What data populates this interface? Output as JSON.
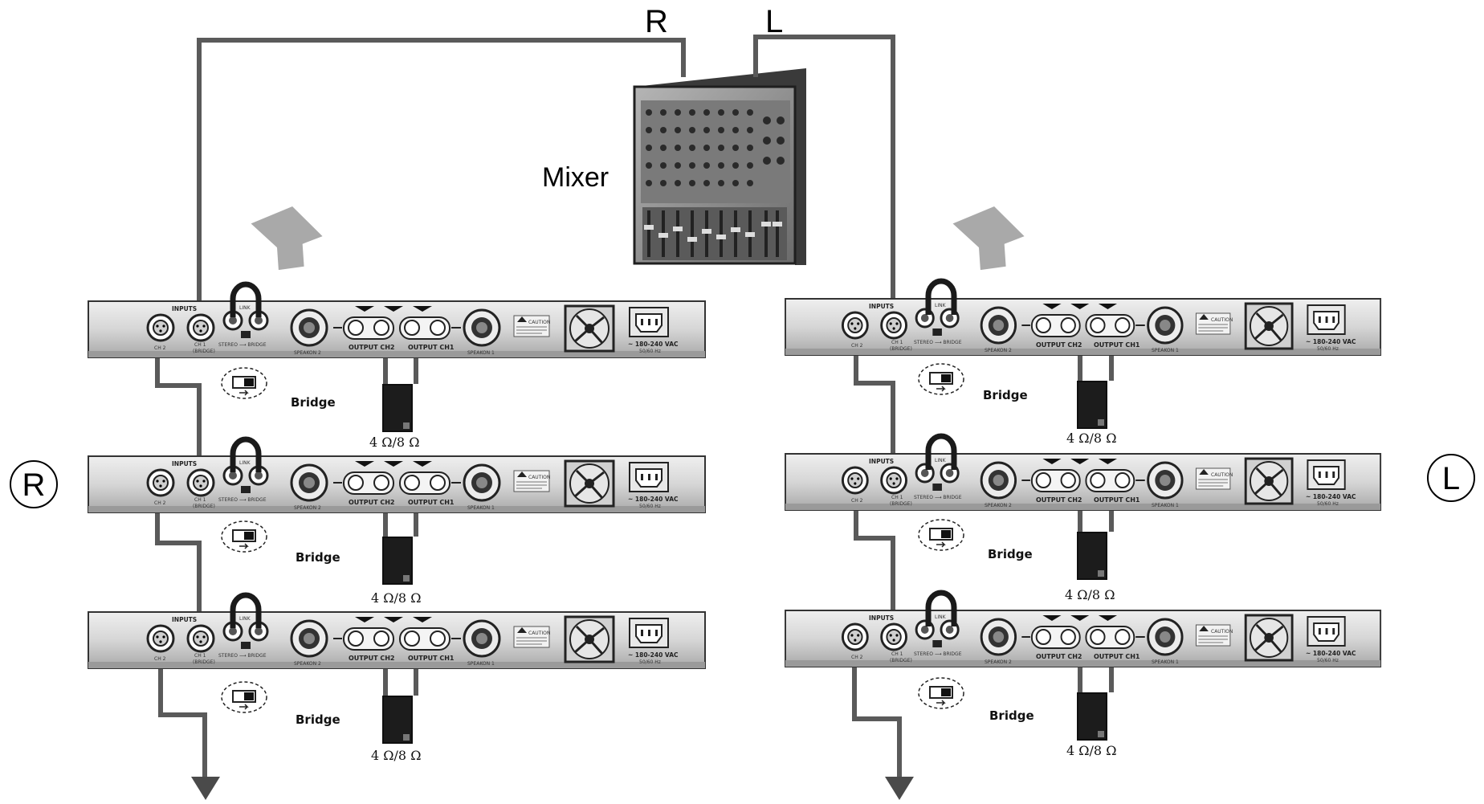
{
  "labels": {
    "mixer": "Mixer",
    "right_channel": "R",
    "left_channel": "L",
    "side_right": "R",
    "side_left": "L"
  },
  "amp_panel": {
    "inputs": "INPUTS",
    "ch2": "CH 2",
    "ch1": "CH 1",
    "ch1_sub": "(BRIDGE)",
    "link": "LINK",
    "stereo_bridge": "STEREO ⟶ BRIDGE",
    "speakon2": "SPEAKON 2",
    "speakon1": "SPEAKON 1",
    "output_ch2": "OUTPUT CH2",
    "output_ch1": "OUTPUT CH1",
    "caution": "CAUTION",
    "power": "~ 180-240 VAC",
    "freq": "50/60 Hz"
  },
  "bridge_label": "Bridge",
  "speaker_impedance": "4 Ω/8 Ω",
  "colors": {
    "cable": "#5a5a5a",
    "arrow_hint": "#a9a9a9",
    "amp_face": "#d9d9d9",
    "mixer_body": "#8c8c8c"
  }
}
